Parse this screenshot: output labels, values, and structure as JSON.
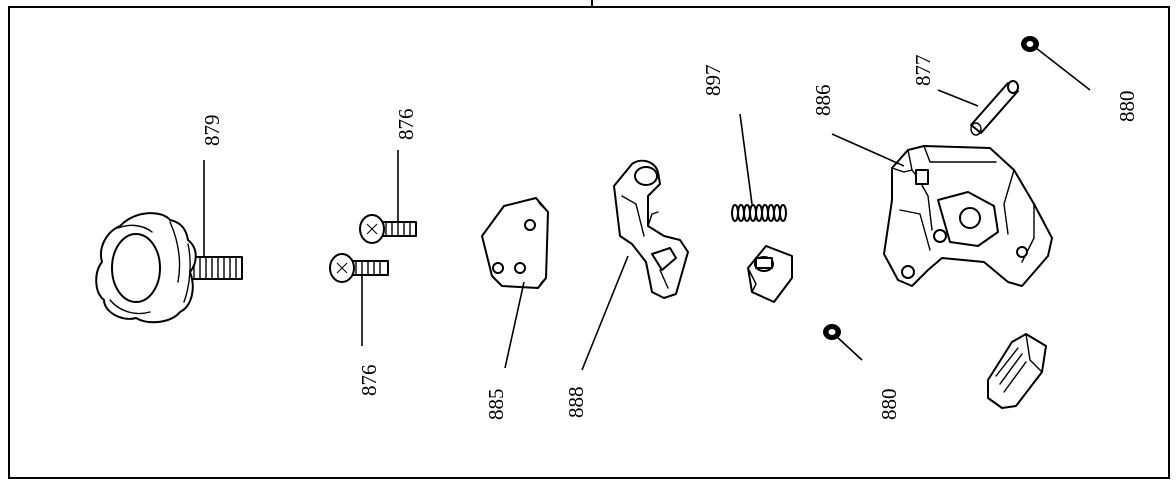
{
  "parts": [
    {
      "id": "knob",
      "label": "879"
    },
    {
      "id": "screw-upper",
      "label": "876"
    },
    {
      "id": "screw-lower",
      "label": "876"
    },
    {
      "id": "plate",
      "label": "885"
    },
    {
      "id": "lever",
      "label": "888"
    },
    {
      "id": "spring",
      "label": "897"
    },
    {
      "id": "housing",
      "label": "886"
    },
    {
      "id": "pin",
      "label": "877"
    },
    {
      "id": "washer-top",
      "label": "880"
    },
    {
      "id": "washer-bottom",
      "label": "880"
    }
  ],
  "colors": {
    "line": "#000000",
    "background": "#ffffff"
  }
}
